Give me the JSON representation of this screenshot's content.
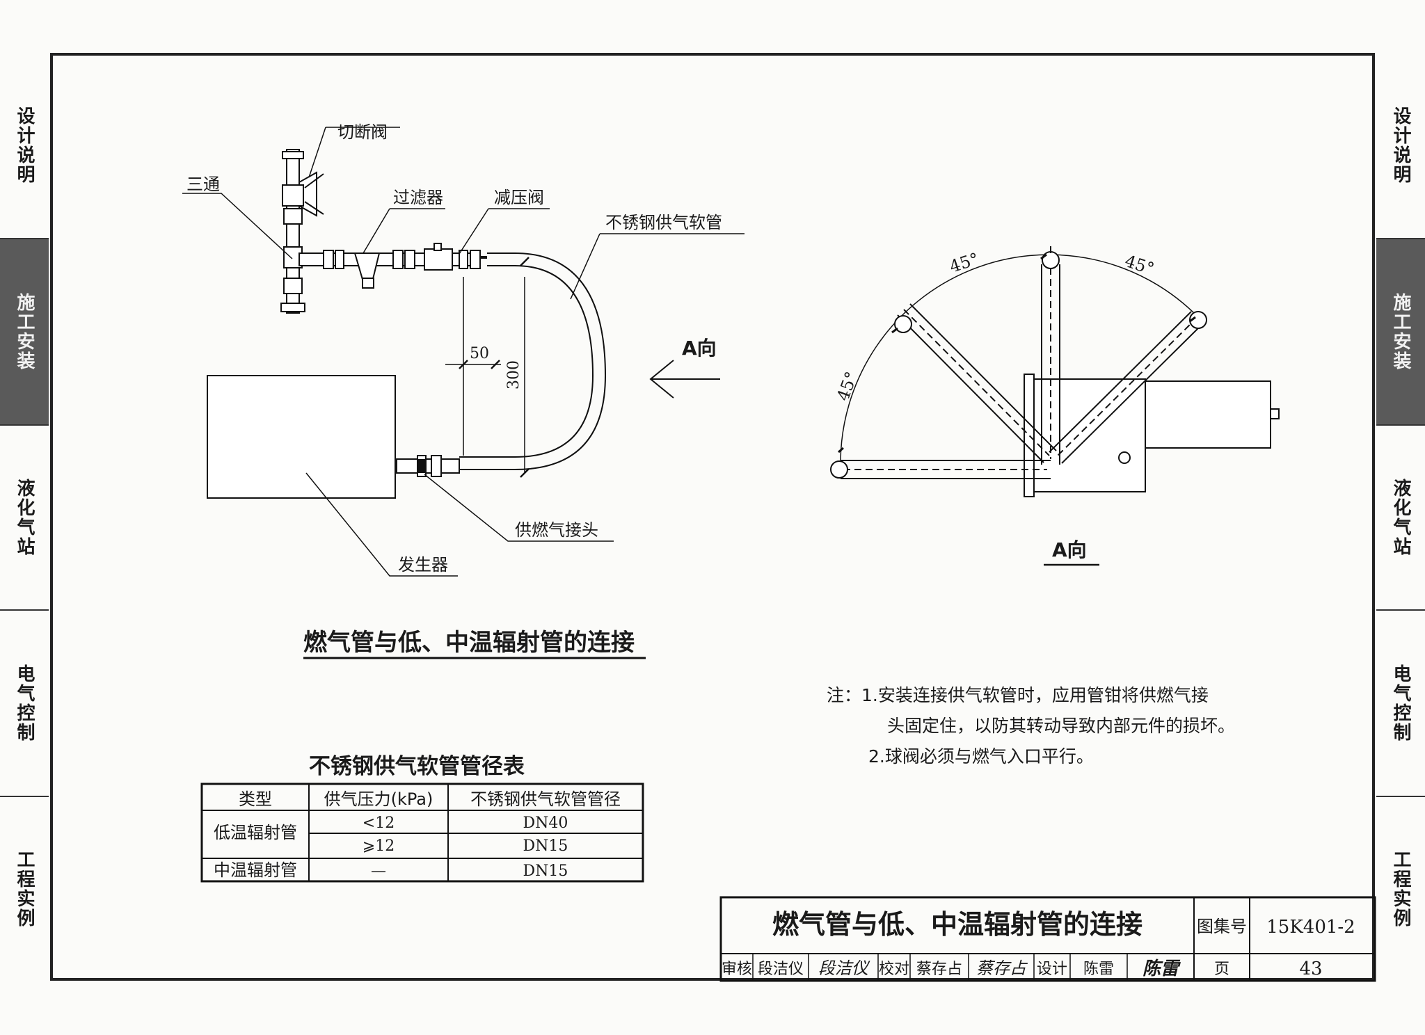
{
  "side_tabs": [
    "设计说明",
    "施工安装",
    "液化气站",
    "电气控制",
    "工程实例"
  ],
  "active_tab_index": 1,
  "diagram": {
    "labels": {
      "cutoff_valve": "切断阀",
      "tee": "三通",
      "filter": "过滤器",
      "pressure_reducer": "减压阀",
      "hose": "不锈钢供气软管",
      "gas_connector": "供燃气接头",
      "generator": "发生器",
      "direction_arrow": "A向",
      "view_label": "A向",
      "dim_50": "50",
      "dim_300": "300",
      "angle": "45°"
    },
    "main_title": "燃气管与低、中温辐射管的连接",
    "notes": [
      "注：1.安装连接供气软管时，应用管钳将供燃气接",
      "头固定住，以防其转动导致内部元件的损坏。",
      "2.球阀必须与燃气入口平行。"
    ]
  },
  "table": {
    "title": "不锈钢供气软管管径表",
    "headers": [
      "类型",
      "供气压力(kPa)",
      "不锈钢供气软管管径"
    ],
    "rows": [
      {
        "type": "低温辐射管",
        "pressure": "<12",
        "diameter": "DN40"
      },
      {
        "type": "",
        "pressure": "⩾12",
        "diameter": "DN15"
      },
      {
        "type": "中温辐射管",
        "pressure": "—",
        "diameter": "DN15"
      }
    ]
  },
  "title_block": {
    "title": "燃气管与低、中温辐射管的连接",
    "atlas_label": "图集号",
    "atlas_no": "15K401-2",
    "review_label": "审核",
    "reviewer": "段洁仪",
    "reviewer_sig": "段洁仪",
    "check_label": "校对",
    "checker": "蔡存占",
    "checker_sig": "蔡存占",
    "design_label": "设计",
    "designer": "陈雷",
    "designer_sig": "陈雷",
    "page_label": "页",
    "page_no": "43"
  }
}
